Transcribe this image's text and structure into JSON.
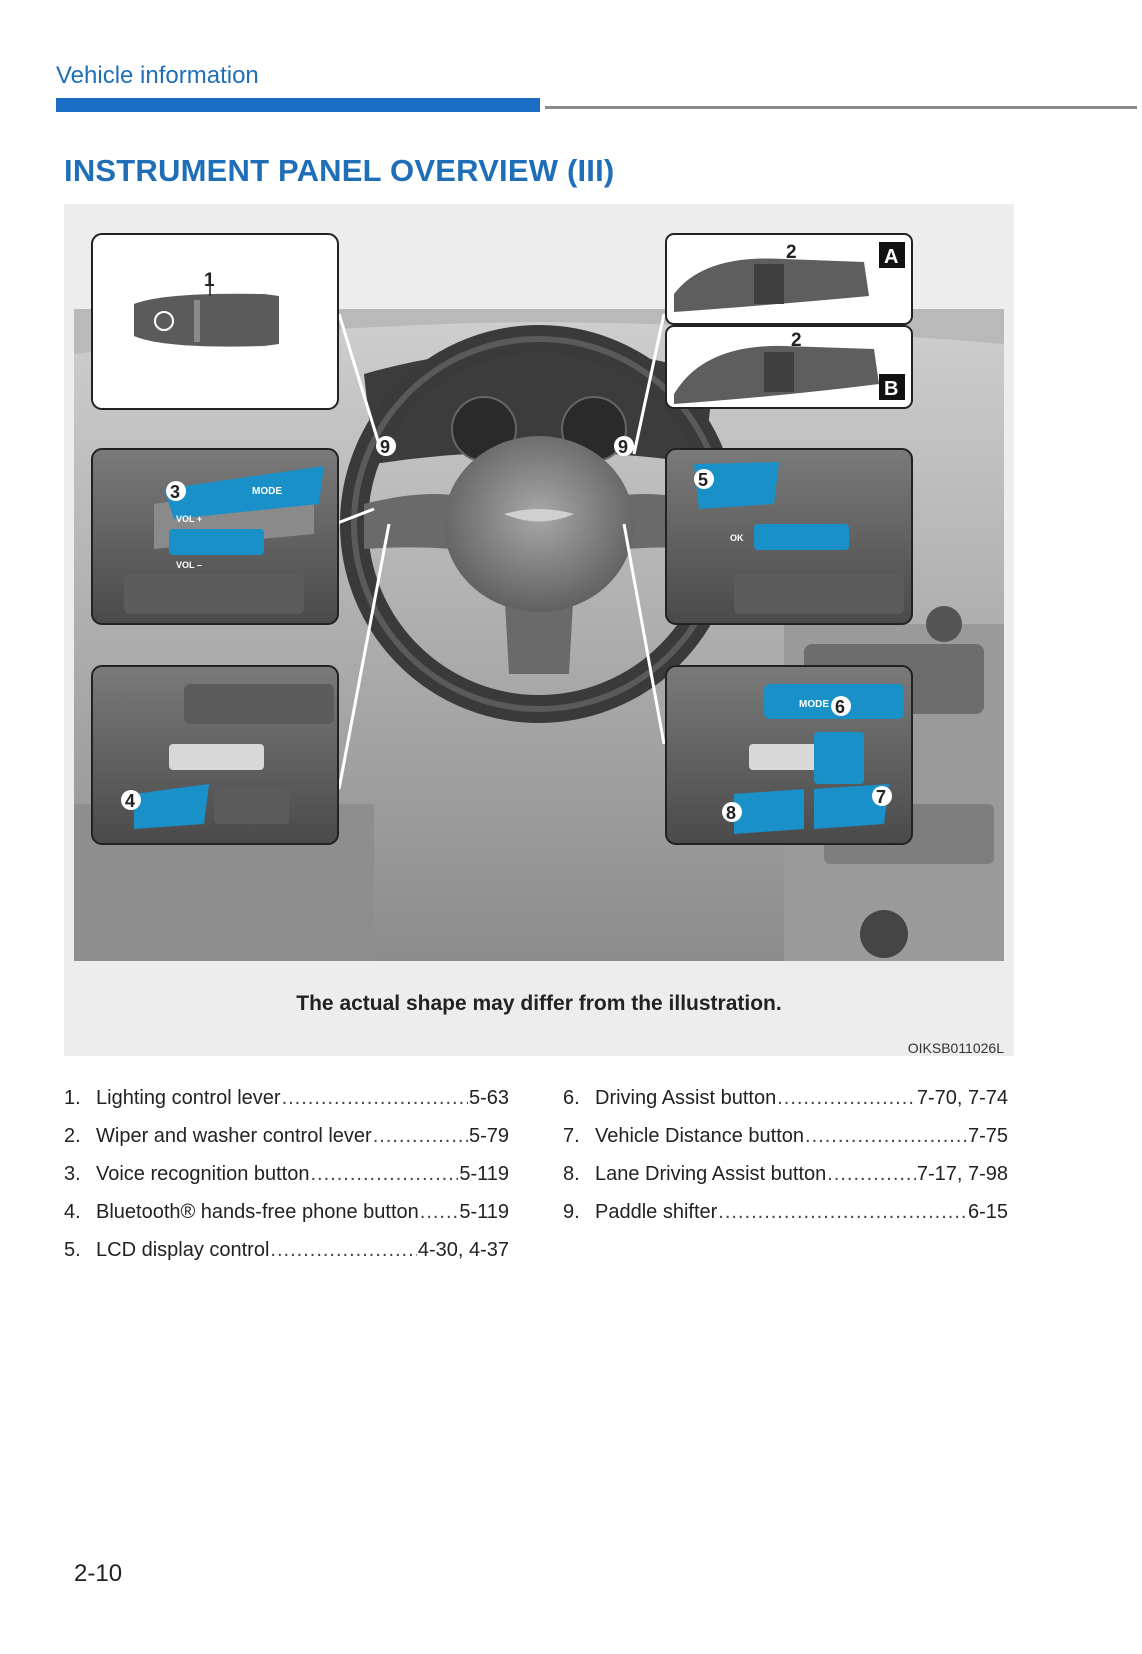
{
  "header": {
    "section": "Vehicle information"
  },
  "page_title": "INSTRUMENT PANEL OVERVIEW (III)",
  "figure": {
    "caption": "The actual shape may differ from the illustration.",
    "figure_id": "OIKSB011026L",
    "callouts": [
      "1",
      "2",
      "2",
      "3",
      "4",
      "5",
      "6",
      "7",
      "8",
      "9",
      "9"
    ],
    "inset_labels": [
      "A",
      "B"
    ],
    "button_labels": {
      "mode": "MODE",
      "vol_plus": "VOL +",
      "vol_minus": "VOL –",
      "ok": "OK"
    },
    "accent_color": "#1a90c8"
  },
  "items_left": [
    {
      "num": "1.",
      "label": "Lighting control lever",
      "page": "5-63"
    },
    {
      "num": "2.",
      "label": "Wiper and washer control lever",
      "page": "5-79"
    },
    {
      "num": "3.",
      "label": "Voice recognition button",
      "page": "5-119"
    },
    {
      "num": "4.",
      "label": "Bluetooth® hands-free phone button",
      "page": "5-119"
    },
    {
      "num": "5.",
      "label": "LCD display control",
      "page": "4-30, 4-37"
    }
  ],
  "items_right": [
    {
      "num": "6.",
      "label": "Driving Assist button",
      "page": "7-70, 7-74"
    },
    {
      "num": "7.",
      "label": "Vehicle Distance button",
      "page": "7-75"
    },
    {
      "num": "8.",
      "label": "Lane Driving Assist button",
      "page": "7-17, 7-98"
    },
    {
      "num": "9.",
      "label": "Paddle shifter",
      "page": "6-15"
    }
  ],
  "page_number": "2-10"
}
